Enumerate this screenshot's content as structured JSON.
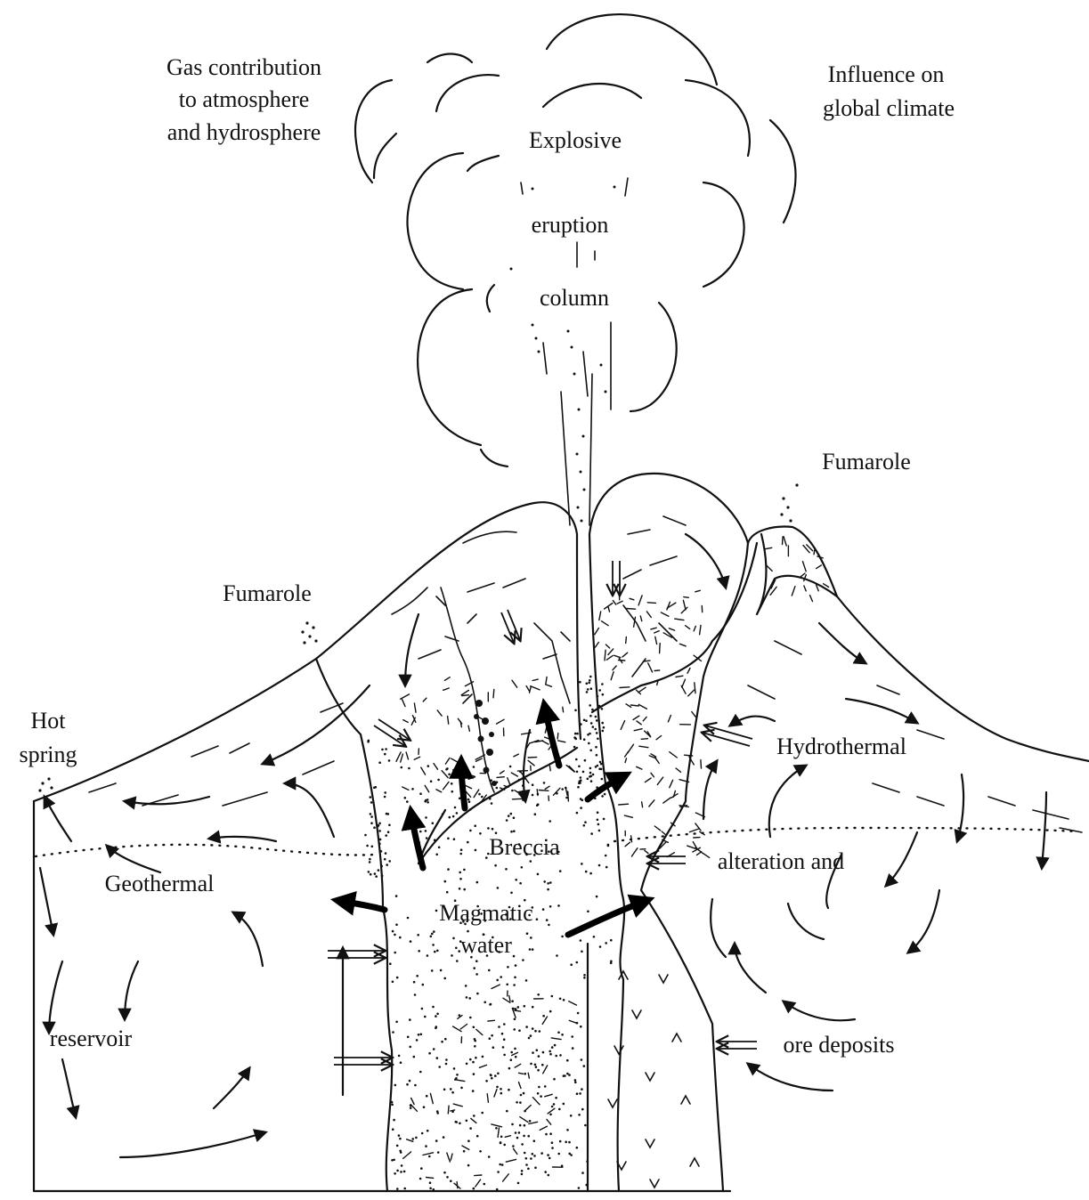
{
  "labels": {
    "gas": [
      "Gas contribution",
      "to atmosphere",
      "and hydrosphere"
    ],
    "climate": [
      "Influence on",
      "global climate"
    ],
    "column": [
      "Explosive",
      "eruption",
      "column"
    ],
    "fumarole_right": "Fumarole",
    "fumarole_left": "Fumarole",
    "hot_spring": [
      "Hot",
      "spring"
    ],
    "hydrothermal": [
      "Hydrothermal",
      "alteration and",
      "ore deposits"
    ],
    "breccia": "Breccia",
    "magmatic": [
      "Magmatic",
      "water"
    ],
    "geothermal": [
      "Geothermal",
      "reservoir"
    ]
  }
}
